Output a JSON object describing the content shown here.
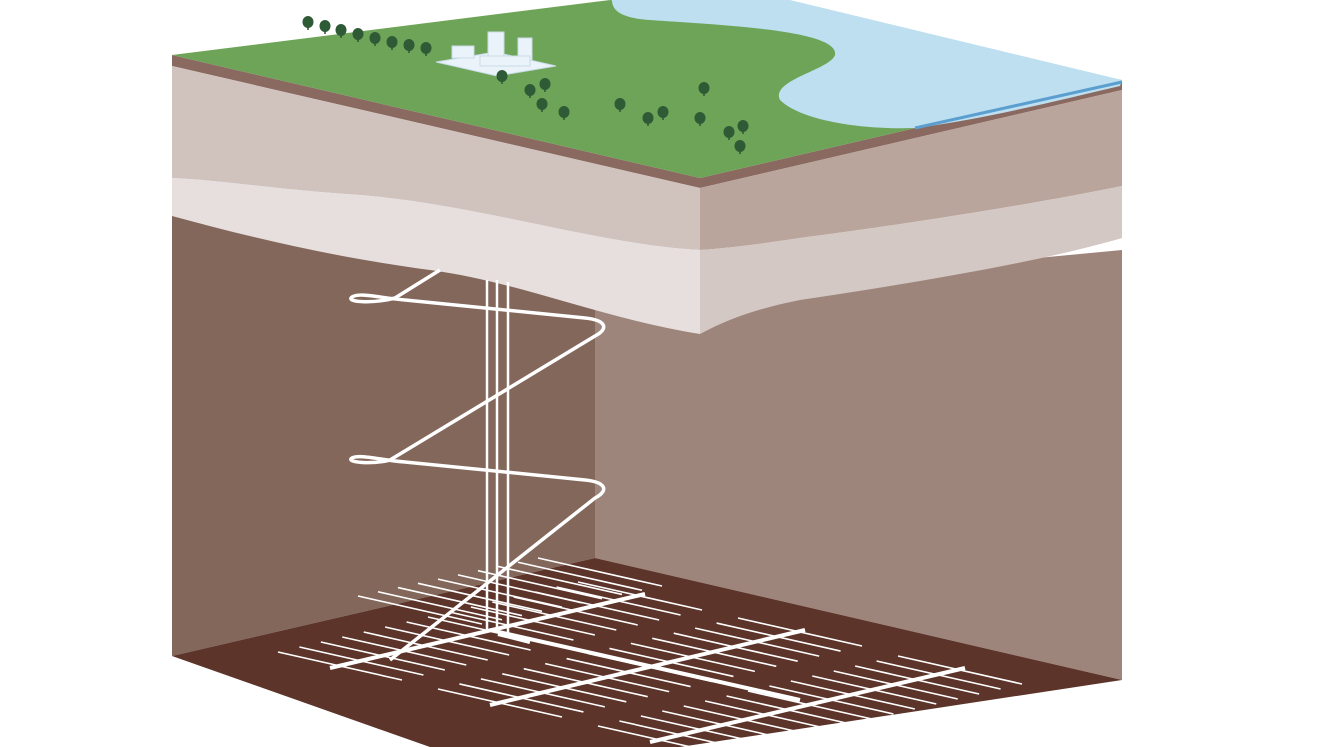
{
  "diagram": {
    "kind": "geological-cross-section",
    "elements": [
      "ground-surface",
      "trees",
      "facility-buildings",
      "water-body",
      "soil-layer",
      "rock-layers",
      "spiral-access-ramp",
      "vertical-shafts",
      "repository-tunnel-grid"
    ]
  },
  "colors": {
    "grass": "#6ea457",
    "water": "#bddff0",
    "water_edge": "#5b9fd0",
    "soil": "#8a6a60",
    "layer_upper": "#d0c3be",
    "layer_pale": "#e6dfdd",
    "bedrock_left": "#83675b",
    "bedrock_right": "#9e857b",
    "floor": "#5c342a",
    "tree": "#2f5a36",
    "building": "#eaf3fa",
    "tunnel": "#ffffff"
  }
}
